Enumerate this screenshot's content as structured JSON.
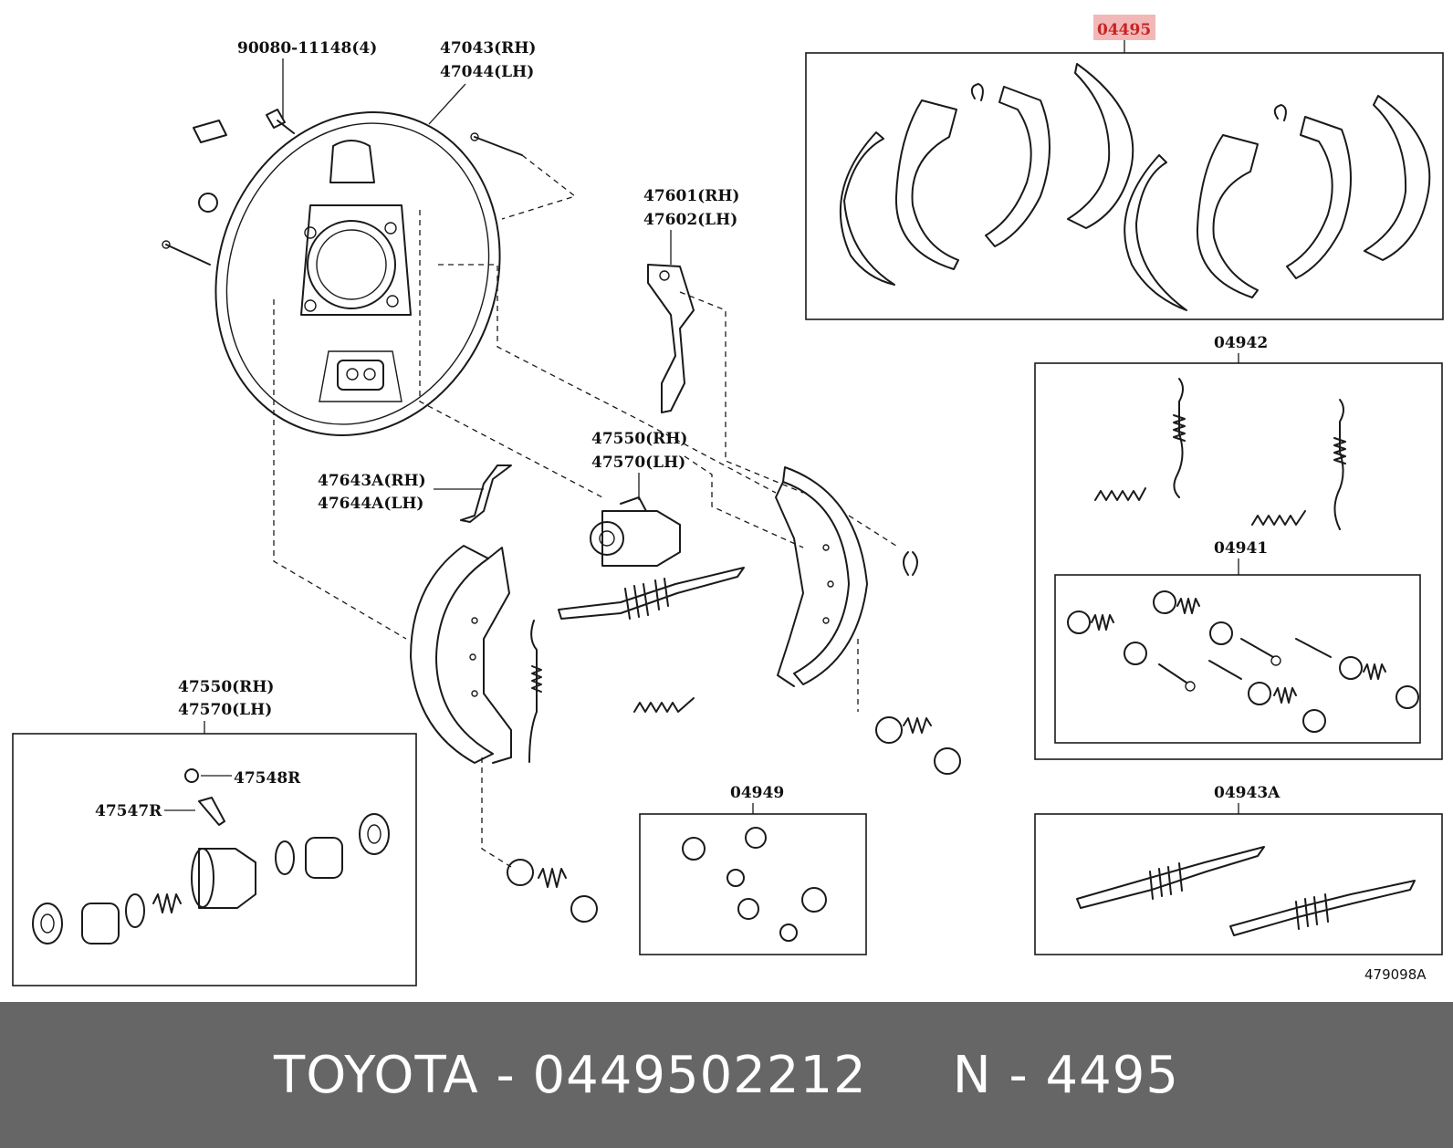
{
  "labels": {
    "bolt": "90080-11148(4)",
    "backing_plate_rh": "47043(RH)",
    "backing_plate_lh": "47044(LH)",
    "shoe_kit": "04495",
    "spring_kit": "04942",
    "hold_kit": "04941",
    "lever_rh": "47601(RH)",
    "lever_lh": "47602(LH)",
    "cyl_rh": "47550(RH)",
    "cyl_lh": "47570(LH)",
    "strut_rh": "47643A(RH)",
    "strut_lh": "47644A(LH)",
    "cyl_box_rh": "47550(RH)",
    "cyl_box_lh": "47570(LH)",
    "cap": "47548R",
    "bleeder": "47547R",
    "cup_kit": "04949",
    "adjuster_kit": "04943A",
    "diagram_code": "479098A"
  },
  "footer": {
    "text": "TOYOTA - 0449502212     N - 4495"
  },
  "colors": {
    "highlight": "#c82323",
    "footer_bg": "#666666",
    "footer_text": "#ffffff"
  }
}
